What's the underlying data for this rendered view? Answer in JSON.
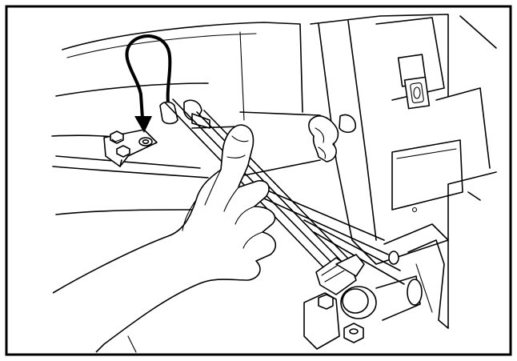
{
  "figure": {
    "type": "line-art illustration",
    "colors": {
      "line": "#000000",
      "background": "#ffffff",
      "shade": "#cfcfcf"
    },
    "icons": [
      "curved-arrow-icon",
      "hand",
      "hex-bolt",
      "rod",
      "bracket",
      "rubber-latch"
    ]
  }
}
